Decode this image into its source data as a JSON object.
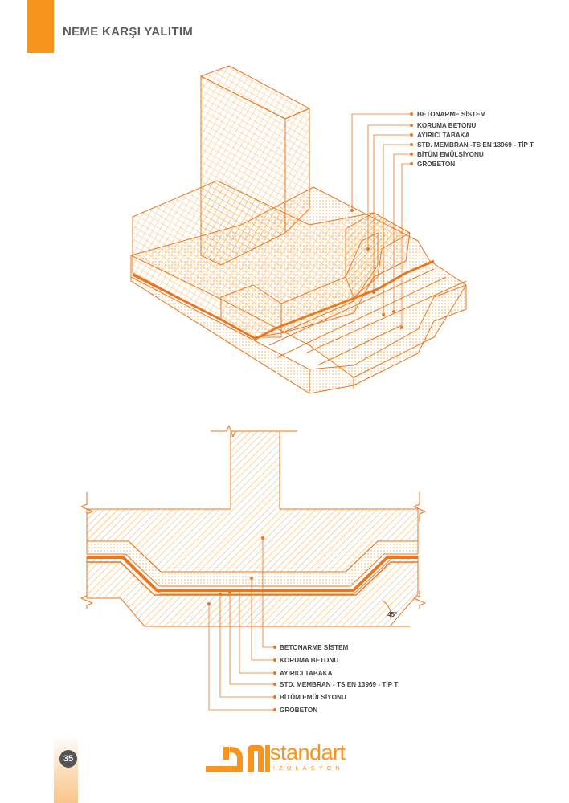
{
  "header": {
    "title": "NEME KARŞI YALITIM",
    "accent_color": "#f7941d"
  },
  "iso_diagram": {
    "labels": [
      "BETONARME SİSTEM",
      "KORUMA BETONU",
      "AYIRICI TABAKA",
      "STD. MEMBRAN -TS EN 13969 - TİP T",
      "BİTÜM EMÜLSİYONU",
      "GROBETON"
    ]
  },
  "section_diagram": {
    "angle_label": "45°",
    "labels": [
      "BETONARME SİSTEM",
      "KORUMA BETONU",
      "AYIRICI TABAKA",
      "STD. MEMBRAN - TS EN 13969 - TİP T",
      "BİTÜM EMÜLSİYONU",
      "GROBETON"
    ]
  },
  "footer": {
    "page_number": "35",
    "brand_name": "standart",
    "brand_sub": "İZOLASYON",
    "brand_logo": "dm-logo-icon"
  },
  "colors": {
    "orange": "#f7941d",
    "line": "#e87722",
    "text": "#444444"
  }
}
